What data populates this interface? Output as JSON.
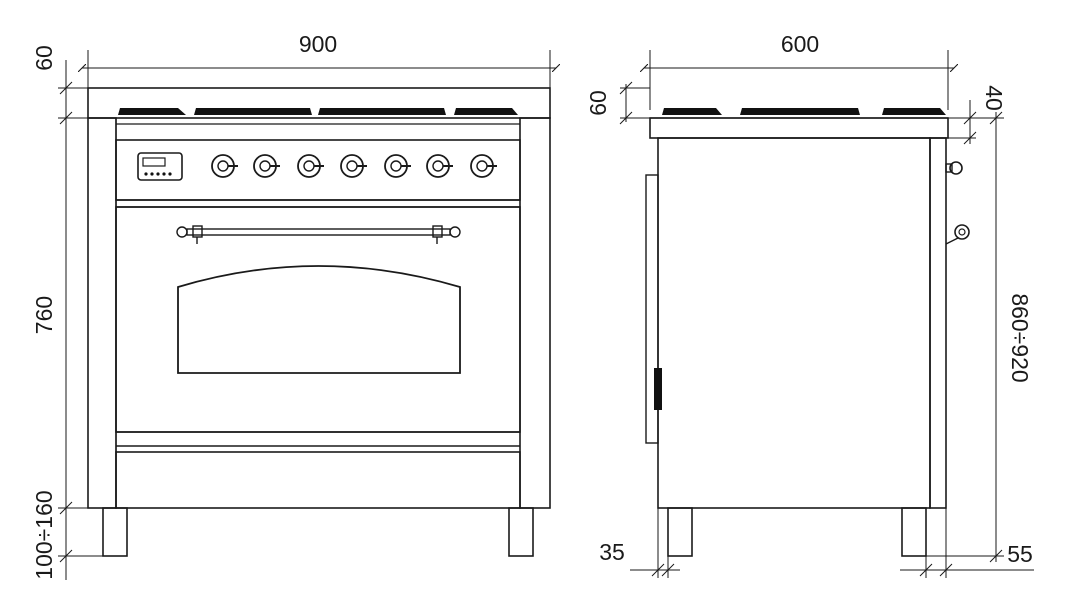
{
  "dimensions": {
    "front_width": "900",
    "front_top_thickness": "60",
    "front_body_height": "760",
    "front_leg_height": "100÷160",
    "side_depth": "600",
    "side_top_thickness": "60",
    "side_top_offset": "40",
    "side_total_height": "860÷920",
    "side_rear_offset": "35",
    "side_front_offset": "55"
  },
  "colors": {
    "line": "#1a1a1a",
    "background": "#ffffff",
    "dark_fill": "#111111"
  }
}
